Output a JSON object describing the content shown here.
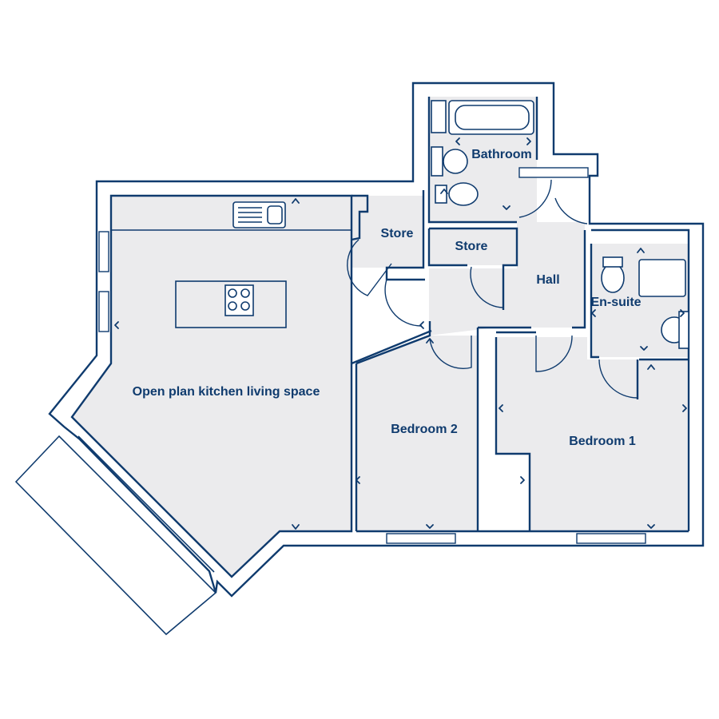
{
  "rooms": {
    "living": "Open plan kitchen living space",
    "bathroom": "Bathroom",
    "store1": "Store",
    "store2": "Store",
    "hall": "Hall",
    "ensuite": "En-suite",
    "bedroom2": "Bedroom 2",
    "bedroom1": "Bedroom 1"
  }
}
